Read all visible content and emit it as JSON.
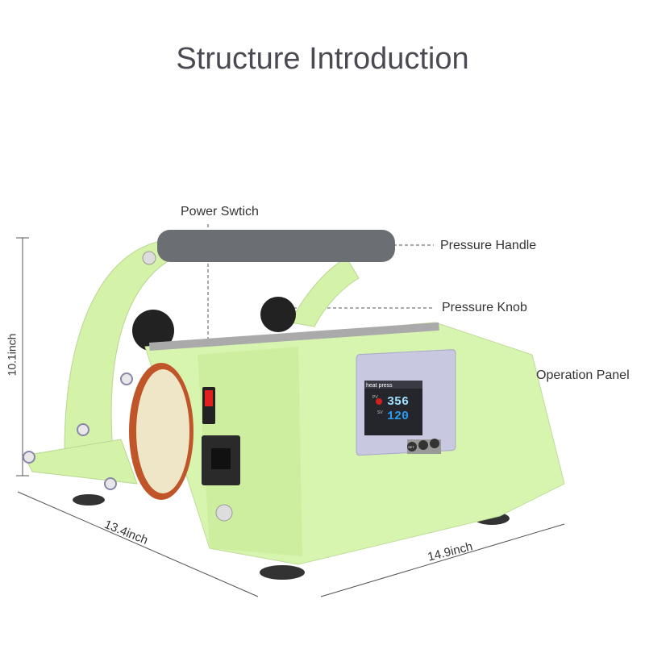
{
  "title": "Structure Introduction",
  "callouts": {
    "power_switch": "Power Swtich",
    "pressure_handle": "Pressure Handle",
    "pressure_knob": "Pressure Knob",
    "operation_panel": "Operation Panel"
  },
  "dimensions": {
    "height": "10.1inch",
    "depth": "13.4inch",
    "width": "14.9inch"
  },
  "panel": {
    "brand": "heat press",
    "pv": "356",
    "sv": "120",
    "pv_label": "PV",
    "sv_label": "SV",
    "set_button": "SET"
  },
  "colors": {
    "body": "#d8f5b0",
    "handle": "#6b6e72",
    "display_pv": "#9fe0ff",
    "display_sv": "#2a9cf0"
  }
}
